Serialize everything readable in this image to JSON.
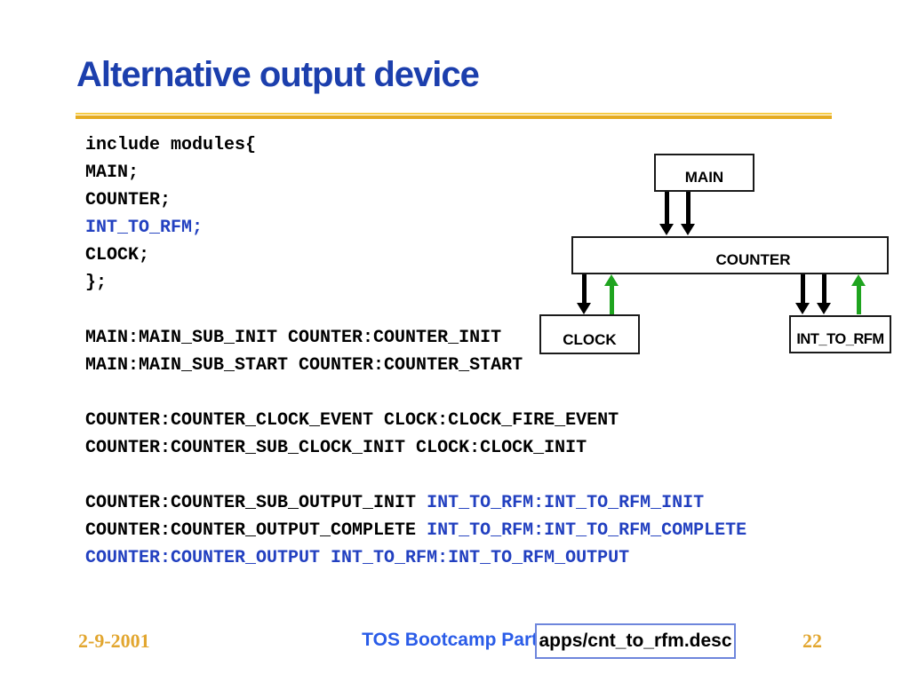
{
  "slide": {
    "title": "Alternative output device",
    "code": {
      "lines": [
        [
          {
            "t": "include modules{",
            "c": "black"
          }
        ],
        [
          {
            "t": "MAIN;",
            "c": "black"
          }
        ],
        [
          {
            "t": "COUNTER;",
            "c": "black"
          }
        ],
        [
          {
            "t": "INT_TO_RFM;",
            "c": "blue"
          }
        ],
        [
          {
            "t": "CLOCK;",
            "c": "black"
          }
        ],
        [
          {
            "t": "};",
            "c": "black"
          }
        ],
        [],
        [
          {
            "t": "MAIN:MAIN_SUB_INIT COUNTER:COUNTER_INIT",
            "c": "black"
          }
        ],
        [
          {
            "t": "MAIN:MAIN_SUB_START COUNTER:COUNTER_START",
            "c": "black"
          }
        ],
        [],
        [
          {
            "t": "COUNTER:COUNTER_CLOCK_EVENT CLOCK:CLOCK_FIRE_EVENT",
            "c": "black"
          }
        ],
        [
          {
            "t": "COUNTER:COUNTER_SUB_CLOCK_INIT CLOCK:CLOCK_INIT",
            "c": "black"
          }
        ],
        [],
        [
          {
            "t": "COUNTER:COUNTER_SUB_OUTPUT_INIT ",
            "c": "black"
          },
          {
            "t": "INT_TO_RFM:INT_TO_RFM_INIT",
            "c": "blue"
          }
        ],
        [
          {
            "t": "COUNTER:COUNTER_OUTPUT_COMPLETE ",
            "c": "black"
          },
          {
            "t": "INT_TO_RFM:INT_TO_RFM_COMPLETE",
            "c": "blue"
          }
        ],
        [
          {
            "t": "COUNTER:COUNTER_OUTPUT INT_TO_RFM:INT_TO_RFM_OUTPUT",
            "c": "blue"
          }
        ]
      ]
    },
    "diagram": {
      "main_label": "MAIN",
      "counter_label": "COUNTER",
      "clock_label": "CLOCK",
      "int_to_rfm_label": "INT_TO_RFM"
    },
    "footer": {
      "date": "2-9-2001",
      "course": "TOS Bootcamp Part I",
      "filename": "apps/cnt_to_rfm.desc",
      "page": "22"
    },
    "colors": {
      "title_blue": "#1C3FAD",
      "code_blue": "#2240C0",
      "footer_blue": "#2A5CE8",
      "gold": "#E2A62F",
      "green_arrow": "#1FA41F",
      "underline_light": "#F6CB43",
      "underline_dark": "#E5AB20",
      "filename_box_border": "#6E86DC"
    }
  }
}
